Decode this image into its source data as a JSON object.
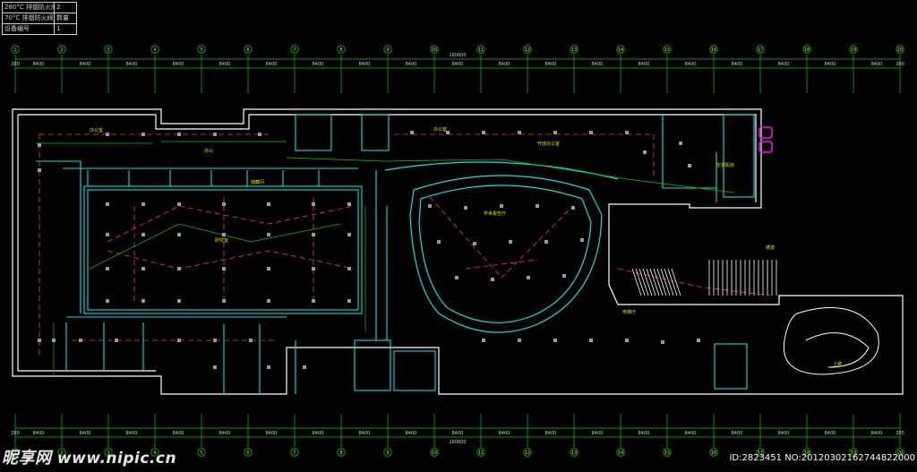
{
  "legend": {
    "rows": [
      {
        "label": "280°C 排烟防火阀",
        "value": "2"
      },
      {
        "label": "70°C 排烟防火阀",
        "value": "数量"
      },
      {
        "label": "设备编号",
        "value": "1"
      }
    ]
  },
  "grid": {
    "columns": [
      "1",
      "2",
      "3",
      "4",
      "5",
      "6",
      "7",
      "8",
      "9",
      "10",
      "11",
      "12",
      "13",
      "14",
      "15",
      "16",
      "17",
      "18",
      "19",
      "20"
    ],
    "bay_dimensions": [
      "8400",
      "8400",
      "8400",
      "8400",
      "8400",
      "8400",
      "8400",
      "8400",
      "8400",
      "8400",
      "8400",
      "8400",
      "8400",
      "8400",
      "8400",
      "8400",
      "8400",
      "8400",
      "8400"
    ],
    "edge_dim": "200",
    "total_dimension": "160600"
  },
  "room_labels": {
    "office_nw": "办公室",
    "office_nw2": "办公",
    "office_ne": "办公室",
    "research": "研究室",
    "reading_hall": "学术报告厅",
    "open_office": "开放办公室",
    "storage": "储藏间",
    "aircon": "空调机房",
    "elevator": "电梯厅",
    "ramp": "坡道",
    "up": "上坡"
  },
  "colors": {
    "background": "#000000",
    "wall": "#ffffff",
    "wall_cyan": "#00e5e5",
    "axis": "#00cc00",
    "duct": "#c0c000",
    "dashed_red": "#ff3b3b",
    "label_yellow": "#e6e600",
    "magenta": "#ff00ff"
  },
  "watermark": {
    "brand": "昵享网",
    "site": "www.nipic.cn"
  },
  "image_id": "ID:2823451 NO:20120302162744822000"
}
